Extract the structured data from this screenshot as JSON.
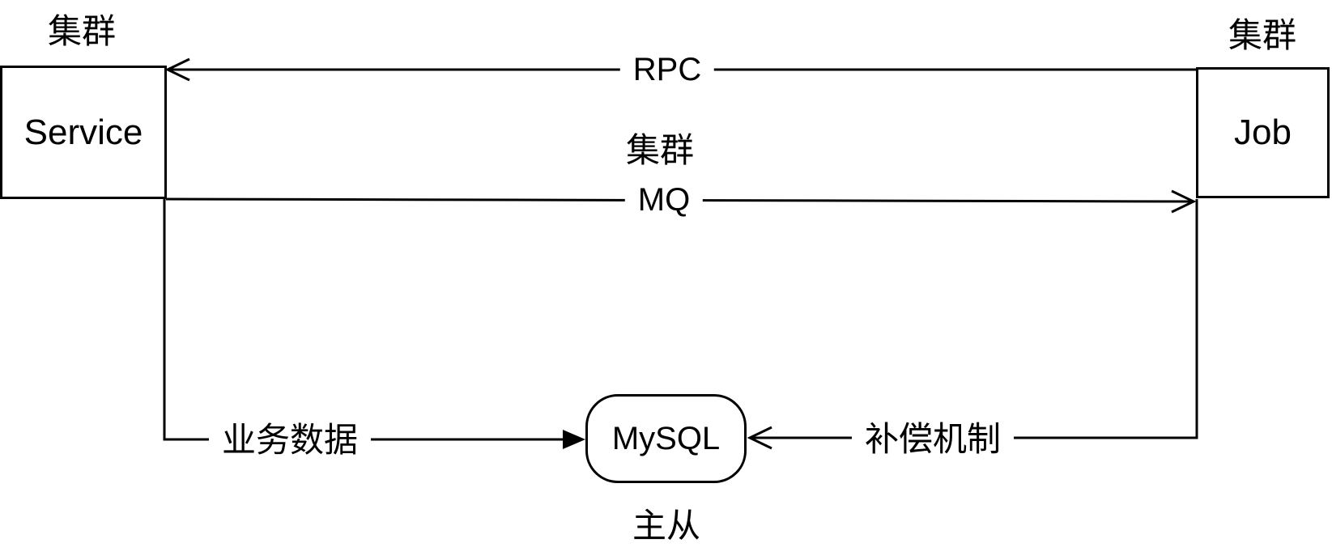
{
  "colors": {
    "line": "#000000",
    "background": "#ffffff",
    "text": "#000000"
  },
  "nodes": {
    "service": {
      "label": "Service",
      "cluster_tag": "集群"
    },
    "job": {
      "label": "Job",
      "cluster_tag": "集群"
    },
    "mysql": {
      "label": "MySQL",
      "mode_tag": "主从"
    }
  },
  "edges": {
    "rpc": {
      "label": "RPC",
      "from": "Job",
      "to": "Service",
      "arrowhead": "open"
    },
    "mq": {
      "label": "MQ",
      "cluster_tag": "集群",
      "from": "Service",
      "to": "Job",
      "arrowhead": "open"
    },
    "business_data": {
      "label": "业务数据",
      "from": "Service",
      "to": "MySQL",
      "arrowhead": "solid"
    },
    "compensation": {
      "label": "补偿机制",
      "from": "Job",
      "to": "MySQL",
      "arrowhead": "open"
    }
  }
}
